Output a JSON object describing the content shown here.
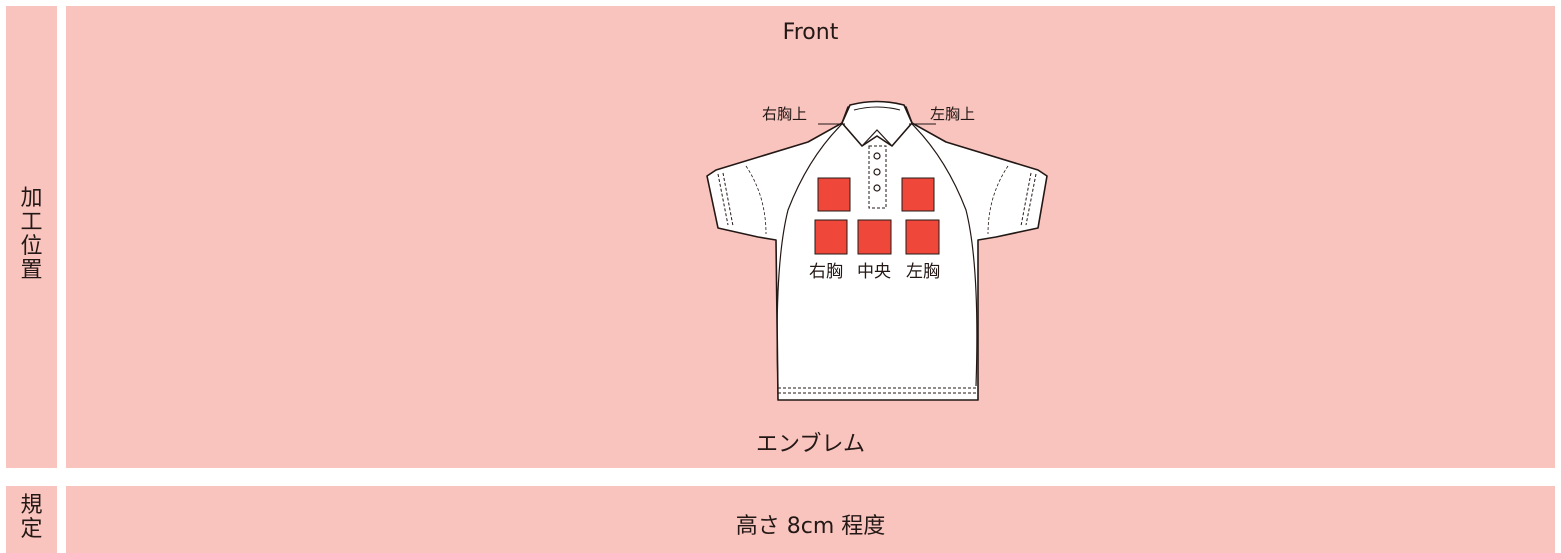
{
  "sections": {
    "position": {
      "label_chars": [
        "加",
        "工",
        "位",
        "置"
      ],
      "front_title": "Front",
      "emblem_title": "エンブレム",
      "placements": {
        "right_chest_upper": "右胸上",
        "left_chest_upper": "左胸上",
        "right_chest": "右胸",
        "center": "中央",
        "left_chest": "左胸"
      }
    },
    "spec": {
      "label_chars": [
        "規",
        "定"
      ],
      "text": "高さ 8cm 程度"
    }
  },
  "colors": {
    "panel_bg": "#f9c4be",
    "placement_box": "#ef473a",
    "line": "#231815"
  }
}
